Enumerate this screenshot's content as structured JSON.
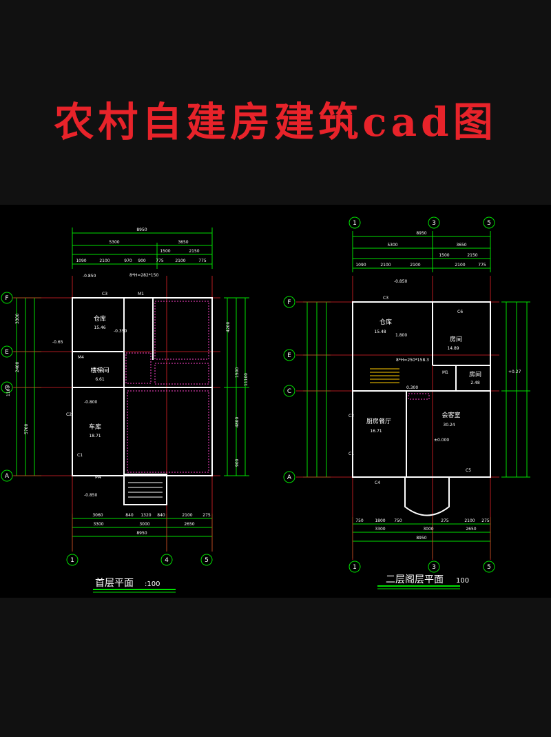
{
  "title": "农村自建房建筑cad图",
  "first_floor": {
    "plan_label": "首层平面",
    "scale": ":100",
    "overall_width": "8950",
    "top_dims_row1": [
      "5300",
      "3650"
    ],
    "top_dims_row2": [
      "1500",
      "2150"
    ],
    "top_dims_row3": [
      "1090",
      "2100",
      "970",
      "900",
      "775",
      "2100",
      "775"
    ],
    "bottom_dims_row1": [
      "3060",
      "840",
      "1320",
      "840",
      "2100",
      "275"
    ],
    "bottom_dims_row2": [
      "3300",
      "3000",
      "2650"
    ],
    "bottom_overall": "8950",
    "left_dims": [
      "3300",
      "2400",
      "5700",
      "1100"
    ],
    "right_dims": [
      "4200",
      "1500",
      "4800",
      "900",
      "11100"
    ],
    "axes_top": [],
    "axes_bottom": [
      "1",
      "4",
      "5"
    ],
    "axes_left": [
      "F",
      "E",
      "C",
      "A"
    ],
    "rooms": [
      {
        "name": "仓库",
        "area": "15.46"
      },
      {
        "name": "楼梯间",
        "area": "6.61"
      },
      {
        "name": "车库",
        "area": "18.71"
      }
    ],
    "levels": [
      "-0.850",
      "-0.350",
      "-0.65",
      "-0.800",
      "-0.850"
    ],
    "stair_note": "8*H=282*150",
    "labels": [
      "C3",
      "M1",
      "M4",
      "C2",
      "C1",
      "M4"
    ]
  },
  "second_floor": {
    "plan_label": "二层阁层平面",
    "scale": "100",
    "overall_width": "8950",
    "top_dims_row1": [
      "5300",
      "3650"
    ],
    "top_dims_row2": [
      "1500",
      "2150"
    ],
    "top_dims_row3": [
      "1090",
      "2100",
      "2100",
      "2100",
      "775"
    ],
    "bottom_dims_row1": [
      "750",
      "1800",
      "750",
      "275",
      "2100",
      "275"
    ],
    "bottom_dims_row2": [
      "3300",
      "3000",
      "2650"
    ],
    "bottom_overall": "8950",
    "axes_top": [
      "1",
      "3",
      "5"
    ],
    "axes_bottom": [
      "1",
      "3",
      "5"
    ],
    "axes_left": [
      "F",
      "E",
      "C",
      "A"
    ],
    "rooms": [
      {
        "name": "仓库",
        "area": "15.48"
      },
      {
        "name": "房间",
        "area": "14.89"
      },
      {
        "name": "房间",
        "area": "2.48"
      },
      {
        "name": "厨房餐厅",
        "area": "16.71"
      },
      {
        "name": "会客室",
        "area": "30.24"
      }
    ],
    "levels": [
      "-0.850",
      "1.800",
      "0.300",
      "±0.000",
      "+0.27"
    ],
    "stair_note": "8*H=250*158.3",
    "labels": [
      "C3",
      "C6",
      "M1",
      "C5",
      "C4",
      "C2",
      "C1"
    ]
  },
  "colors": {
    "title": "#e8232a",
    "wall": "#ffffff",
    "axis": "#e8232a",
    "dimension": "#00e000",
    "text": "#ffffff",
    "hatch": "#ff44cc"
  }
}
